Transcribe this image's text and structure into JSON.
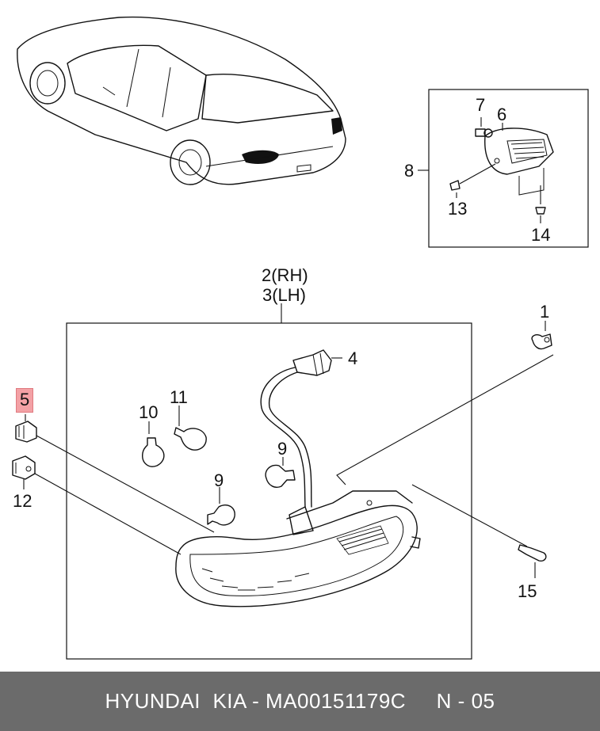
{
  "diagram": {
    "callouts": {
      "c1": "1",
      "c2": "2(RH)",
      "c3": "3(LH)",
      "c4": "4",
      "c5": "5",
      "c6": "6",
      "c7": "7",
      "c8": "8",
      "c9a": "9",
      "c9b": "9",
      "c10": "10",
      "c11": "11",
      "c12": "12",
      "c13": "13",
      "c14": "14",
      "c15": "15"
    },
    "highlight_color": "#f3a1a5"
  },
  "footer": {
    "text": "HYUNDAI  KIA - MA00151179C     N - 05",
    "background": "#6b6b6b"
  }
}
